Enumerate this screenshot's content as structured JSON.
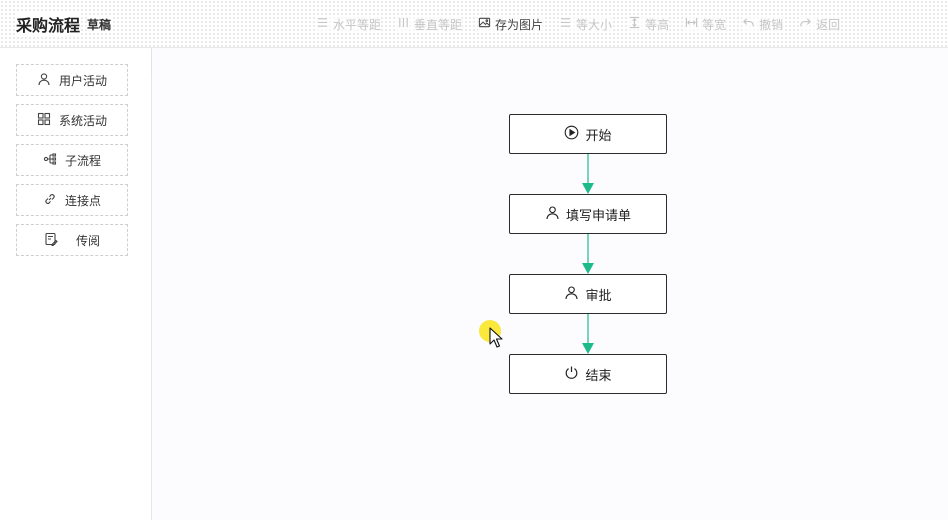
{
  "header": {
    "title": "采购流程",
    "status": "草稿"
  },
  "toolbar": {
    "buttons": [
      {
        "label": "水平等距",
        "icon": "horizontal-distribute-icon",
        "enabled": false
      },
      {
        "label": "垂直等距",
        "icon": "vertical-distribute-icon",
        "enabled": false
      },
      {
        "label": "存为图片",
        "icon": "image-icon",
        "enabled": true
      },
      {
        "label": "等大小",
        "icon": "same-size-icon",
        "enabled": false
      },
      {
        "label": "等高",
        "icon": "same-height-icon",
        "enabled": false
      },
      {
        "label": "等宽",
        "icon": "same-width-icon",
        "enabled": false
      },
      {
        "label": "撤销",
        "icon": "undo-icon",
        "enabled": false
      },
      {
        "label": "返回",
        "icon": "redo-icon",
        "enabled": false
      }
    ]
  },
  "palette": {
    "items": [
      {
        "label": "用户活动",
        "icon": "user-icon"
      },
      {
        "label": "系统活动",
        "icon": "grid-icon"
      },
      {
        "label": "子流程",
        "icon": "subprocess-icon"
      },
      {
        "label": "连接点",
        "icon": "link-icon"
      },
      {
        "label": "传阅",
        "icon": "circulate-icon"
      }
    ]
  },
  "flow": {
    "nodes": [
      {
        "label": "开始",
        "icon": "play-icon"
      },
      {
        "label": "填写申请单",
        "icon": "user-icon"
      },
      {
        "label": "审批",
        "icon": "user-icon"
      },
      {
        "label": "结束",
        "icon": "power-icon"
      }
    ],
    "edge_color": "#1dba8b"
  },
  "colors": {
    "disabled_text": "#c4c4c4",
    "enabled_text": "#444444",
    "node_border": "#2b2b2b"
  }
}
